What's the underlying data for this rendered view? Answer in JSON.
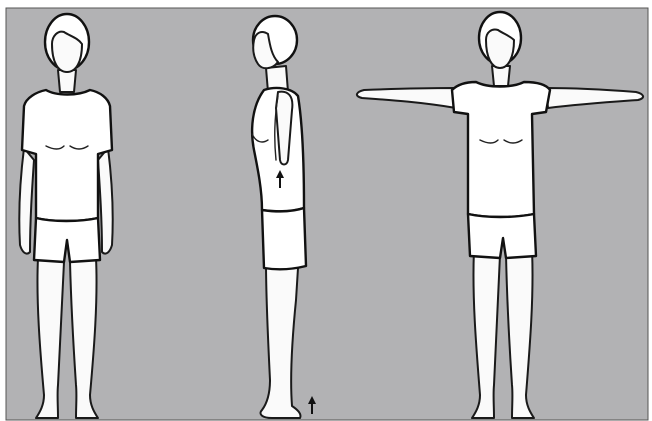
{
  "figure": {
    "background_color": "#b2b2b4",
    "figure_fill": "#fafafa",
    "outline_color": "#111111",
    "views": [
      {
        "name": "front"
      },
      {
        "name": "side"
      },
      {
        "name": "arms-out"
      }
    ],
    "markers": [
      {
        "icon": "arrow-up-icon",
        "location": "mid-back"
      },
      {
        "icon": "arrow-up-icon",
        "location": "heel"
      }
    ]
  }
}
